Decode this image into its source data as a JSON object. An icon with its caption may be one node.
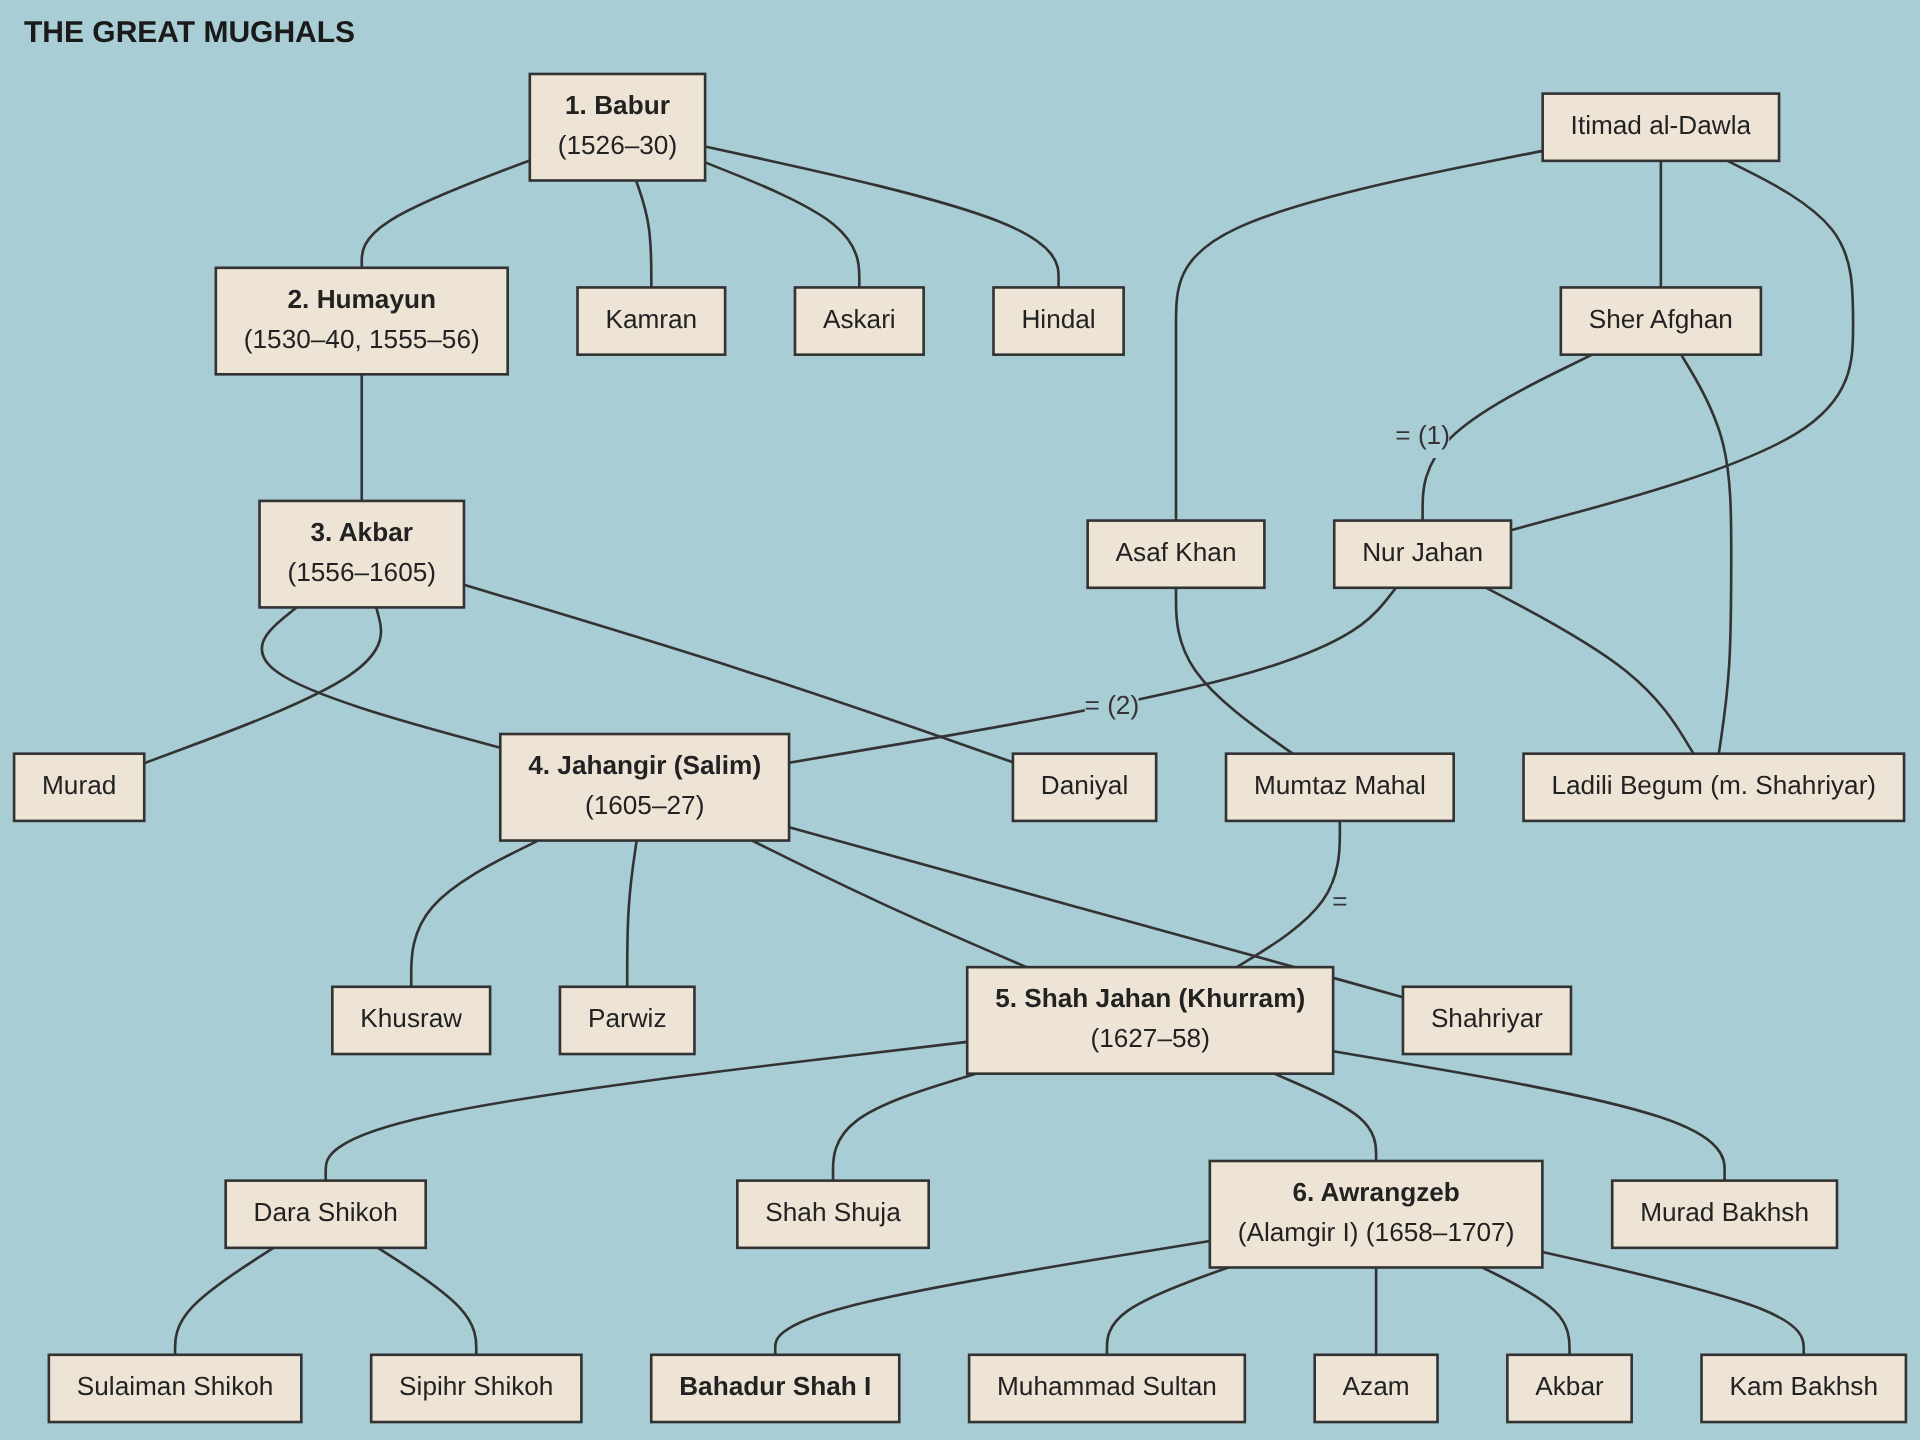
{
  "diagram": {
    "title": "THE GREAT MUGHALS",
    "nodes": [
      {
        "text": [
          "1. Babur",
          "(1526–30)"
        ]
      },
      {
        "text": [
          "2. Humayun",
          "(1530–40, 1555–56)"
        ]
      },
      {
        "text": [
          "Kamran"
        ]
      },
      {
        "text": [
          "Askari"
        ]
      },
      {
        "text": [
          "Hindal"
        ]
      },
      {
        "text": [
          "Itimad al-Dawla"
        ]
      },
      {
        "text": [
          "3. Akbar",
          "(1556–1605)"
        ]
      },
      {
        "text": [
          "Asaf Khan"
        ]
      },
      {
        "text": [
          "Sher Afghan"
        ]
      },
      {
        "text": [
          "Nur Jahan"
        ]
      },
      {
        "text": [
          "4. Jahangir (Salim)",
          "(1605–27)"
        ]
      },
      {
        "text": [
          "Murad"
        ]
      },
      {
        "text": [
          "Daniyal"
        ]
      },
      {
        "text": [
          "Mumtaz Mahal"
        ]
      },
      {
        "text": [
          "Ladili Begum (m. Shahriyar)"
        ]
      },
      {
        "text": [
          "Khusraw"
        ]
      },
      {
        "text": [
          "Parwiz"
        ]
      },
      {
        "text": [
          "5. Shah Jahan (Khurram)",
          "(1627–58)"
        ]
      },
      {
        "text": [
          "Shahriyar"
        ]
      },
      {
        "text": [
          "Dara Shikoh"
        ]
      },
      {
        "text": [
          "Shah Shuja"
        ]
      },
      {
        "text": [
          "6. Awrangzeb",
          "(Alamgir I) (1658–1707)"
        ]
      },
      {
        "text": [
          "Murad Bakhsh"
        ]
      },
      {
        "text": [
          "Sulaiman Shikoh"
        ]
      },
      {
        "text": [
          "Sipihr Shikoh"
        ]
      },
      {
        "text": [
          "Bahadur Shah I"
        ]
      },
      {
        "text": [
          "Muhammad Sultan"
        ]
      },
      {
        "text": [
          "Azam"
        ]
      },
      {
        "text": [
          "Akbar"
        ]
      },
      {
        "text": [
          "Kam Bakhsh"
        ]
      }
    ],
    "edges": [
      {
        "from": 0,
        "to": 1,
        "arrow": "none"
      },
      {
        "from": 0,
        "to": 2,
        "arrow": "none"
      },
      {
        "from": 0,
        "to": 3,
        "arrow": "none"
      },
      {
        "from": 0,
        "to": 4,
        "arrow": "none"
      },
      {
        "from": 1,
        "to": 6,
        "arrow": "none"
      },
      {
        "from": 5,
        "to": 7,
        "arrow": "none"
      },
      {
        "from": 5,
        "to": 8,
        "arrow": "none"
      },
      {
        "from": 5,
        "to": 9,
        "arrow": "none"
      },
      {
        "from": 8,
        "to": 9,
        "arrow": "none",
        "label": "= (1)"
      },
      {
        "from": 9,
        "to": 10,
        "arrow": "none",
        "label": "= (2)"
      },
      {
        "from": 6,
        "to": 10,
        "arrow": "none"
      },
      {
        "from": 6,
        "to": 11,
        "arrow": "none"
      },
      {
        "from": 6,
        "to": 12,
        "arrow": "none"
      },
      {
        "from": 7,
        "to": 13,
        "arrow": "none"
      },
      {
        "from": 8,
        "to": 14,
        "arrow": "none"
      },
      {
        "from": 9,
        "to": 14,
        "arrow": "none"
      },
      {
        "from": 10,
        "to": 15,
        "arrow": "none"
      },
      {
        "from": 10,
        "to": 16,
        "arrow": "none"
      },
      {
        "from": 10,
        "to": 17,
        "arrow": "none"
      },
      {
        "from": 10,
        "to": 18,
        "arrow": "none"
      },
      {
        "from": 13,
        "to": 17,
        "arrow": "none",
        "label": "="
      },
      {
        "from": 17,
        "to": 19,
        "arrow": "none"
      },
      {
        "from": 17,
        "to": 20,
        "arrow": "none"
      },
      {
        "from": 17,
        "to": 21,
        "arrow": "none"
      },
      {
        "from": 17,
        "to": 22,
        "arrow": "none"
      },
      {
        "from": 19,
        "to": 23,
        "arrow": "none"
      },
      {
        "from": 19,
        "to": 24,
        "arrow": "none"
      },
      {
        "from": 21,
        "to": 25,
        "arrow": "none"
      },
      {
        "from": 21,
        "to": 26,
        "arrow": "none"
      },
      {
        "from": 21,
        "to": 27,
        "arrow": "none"
      },
      {
        "from": 21,
        "to": 28,
        "arrow": "none"
      },
      {
        "from": 21,
        "to": 29,
        "arrow": "none"
      }
    ]
  }
}
